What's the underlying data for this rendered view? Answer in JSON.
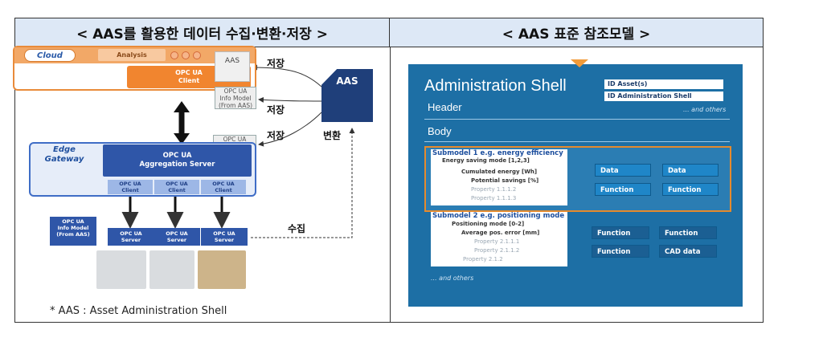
{
  "headers": {
    "left": "< AAS를 활용한 데이터 수집·변환·저장 >",
    "right": "< AAS 표준 참조모델 >"
  },
  "left": {
    "cloud_label": "Cloud",
    "analysis_label": "Analysis",
    "aas_small": "AAS",
    "opc_client_top": "OPC UA\nClient",
    "info_model_1": "OPC UA\nInfo Model\n(From AAS)",
    "info_model_2": "OPC UA\nInfo Model\n(From AAS)",
    "edge_label": "Edge\nGateway",
    "aggregation": "OPC UA\nAggregation Server",
    "edge_clients": [
      "OPC UA\nClient",
      "OPC UA\nClient",
      "OPC UA\nClient"
    ],
    "servers": [
      "OPC UA\nServer",
      "OPC UA\nServer",
      "OPC UA\nServer"
    ],
    "left_info": "OPC UA\nInfo Model\n(From AAS)",
    "aas_big": "AAS",
    "store_1": "저장",
    "store_2": "저장",
    "store_3": "저장",
    "convert": "변환",
    "collect": "수집",
    "footnote": "* AAS : Asset Administration Shell"
  },
  "right": {
    "title": "Administration Shell",
    "id_asset": "ID Asset(s)",
    "id_shell": "ID Administration Shell",
    "header": "Header",
    "and_others_header": "... and others",
    "body": "Body",
    "submodel1": {
      "title": "Submodel 1 e.g. energy efficiency",
      "props": [
        "Energy saving mode [1,2,3]",
        "Cumulated energy [Wh]",
        "Potential savings [%]",
        "Property 1.1.1.2",
        "Property 1.1.1.3"
      ],
      "buttons": [
        "Data",
        "Data",
        "Function",
        "Function"
      ]
    },
    "submodel2": {
      "title": "Submodel 2 e.g. positioning mode",
      "props": [
        "Positioning mode [0-2]",
        "Average pos. error [mm]",
        "Property 2.1.1.1",
        "Property 2.1.1.2",
        "Property 2.1.2"
      ],
      "buttons": [
        "Function",
        "Function",
        "Function",
        "CAD data"
      ]
    },
    "and_others_body": "... and others"
  },
  "colors": {
    "header_bg": "#dde8f6",
    "cloud_orange": "#f1852f",
    "edge_blue": "#2f56a8",
    "panel_blue": "#1d6fa5",
    "highlight_orange": "#e58a2d"
  }
}
